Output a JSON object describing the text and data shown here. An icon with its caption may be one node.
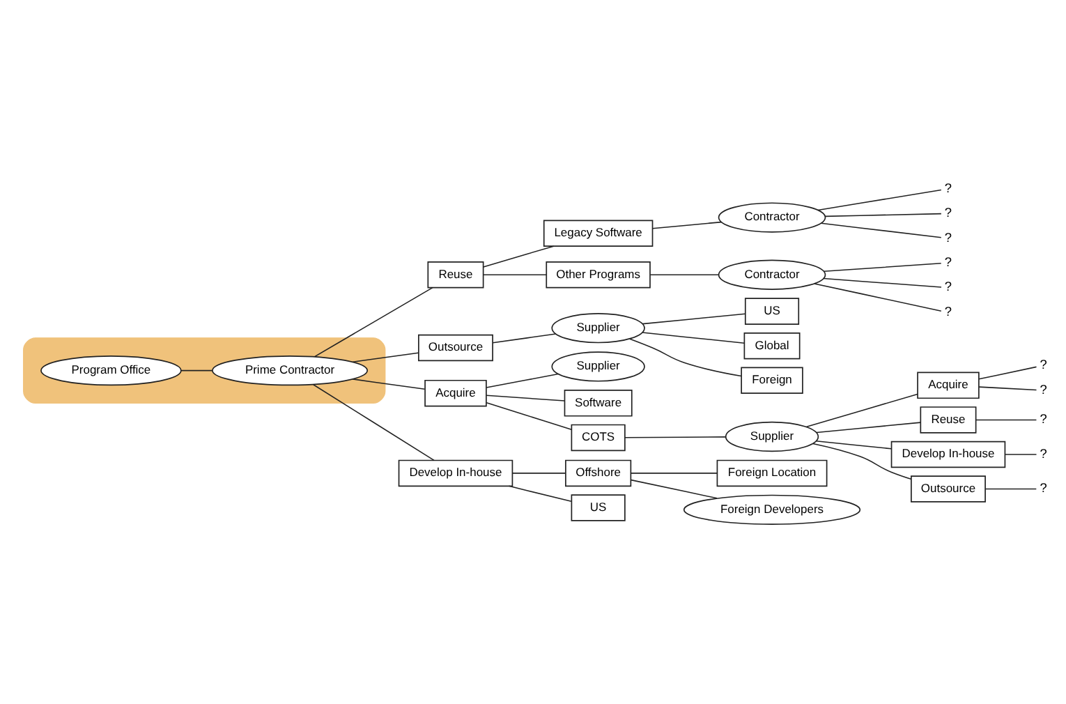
{
  "diagram": {
    "nodes": [
      {
        "text": [],
        "shape": "ellipse"
      },
      {
        "text": [
          "Program Office"
        ],
        "in": 0
      },
      {
        "text": [
          "Prime Contractor"
        ],
        "in": 0
      },
      {
        "text": [
          "Reuse"
        ]
      },
      {
        "text": [
          "Legacy Software"
        ]
      },
      {
        "text": [
          "Contractor"
        ]
      },
      {
        "text": [
          "?"
        ]
      },
      {
        "text": [
          "?"
        ]
      },
      {
        "text": [
          "?"
        ]
      },
      {
        "text": [
          "Other Programs"
        ]
      },
      {
        "text": [
          "Contractor"
        ]
      },
      {
        "text": [
          "?"
        ]
      },
      {
        "text": [
          "?"
        ]
      },
      {
        "text": [
          "?"
        ]
      },
      {
        "text": [
          "Outsource"
        ]
      },
      {
        "text": [
          "Supplier"
        ]
      },
      {
        "text": [
          "US"
        ]
      },
      {
        "text": [
          "Global"
        ]
      },
      {
        "text": [
          "Foreign"
        ]
      },
      {
        "text": [
          "Acquire"
        ]
      },
      {
        "text": [
          "Develop In-house"
        ]
      },
      {
        "text": [
          "Supplier"
        ]
      },
      {
        "text": [
          "Offshore"
        ]
      },
      {
        "text": [
          "Foreign Location"
        ]
      },
      {
        "text": [
          "Software"
        ]
      },
      {
        "text": [
          "COTS"
        ]
      },
      {
        "text": [
          "US"
        ]
      },
      {
        "text": [
          "Foreign Developers"
        ]
      },
      {
        "text": [
          "Supplier"
        ]
      },
      {
        "text": [
          "Acquire"
        ]
      },
      {
        "text": [
          "Reuse"
        ]
      },
      {
        "text": [
          "Develop In-house"
        ]
      },
      {
        "text": [
          "Outsource"
        ]
      },
      {
        "text": [
          "?"
        ]
      },
      {
        "text": [
          "?"
        ]
      },
      {
        "text": [
          "?"
        ]
      },
      {
        "text": [
          "?"
        ]
      },
      {
        "text": [
          "?"
        ]
      }
    ],
    "edges": [
      {
        "from": 1,
        "to": 2,
        "arrow": "none"
      },
      {
        "from": 2,
        "to": 3,
        "arrow": "none"
      },
      {
        "from": 3,
        "to": 4,
        "arrow": "none"
      },
      {
        "from": 3,
        "to": 9,
        "arrow": "none"
      },
      {
        "from": 4,
        "to": 5,
        "arrow": "none"
      },
      {
        "from": 5,
        "to": 6,
        "arrow": "none"
      },
      {
        "from": 5,
        "to": 7,
        "arrow": "none"
      },
      {
        "from": 5,
        "to": 8,
        "arrow": "none"
      },
      {
        "from": 9,
        "to": 10,
        "arrow": "none"
      },
      {
        "from": 10,
        "to": 11,
        "arrow": "none"
      },
      {
        "from": 10,
        "to": 12,
        "arrow": "none"
      },
      {
        "from": 10,
        "to": 13,
        "arrow": "none"
      },
      {
        "from": 2,
        "to": 14,
        "arrow": "none"
      },
      {
        "from": 14,
        "to": 15,
        "arrow": "none"
      },
      {
        "from": 15,
        "to": 16,
        "arrow": "none"
      },
      {
        "from": 15,
        "to": 17,
        "arrow": "none"
      },
      {
        "from": 15,
        "to": 18,
        "arrow": "none"
      },
      {
        "from": 2,
        "to": 19,
        "arrow": "none"
      },
      {
        "from": 2,
        "to": 20,
        "arrow": "none"
      },
      {
        "from": 19,
        "to": 21,
        "arrow": "none"
      },
      {
        "from": 19,
        "to": 25,
        "arrow": "none"
      },
      {
        "from": 19,
        "to": 24,
        "arrow": "none"
      },
      {
        "from": 20,
        "to": 22,
        "arrow": "none"
      },
      {
        "from": 20,
        "to": 26,
        "arrow": "none"
      },
      {
        "from": 22,
        "to": 23,
        "arrow": "none"
      },
      {
        "from": 22,
        "to": 27,
        "arrow": "none"
      },
      {
        "from": 25,
        "to": 28,
        "arrow": "none"
      },
      {
        "from": 28,
        "to": 29,
        "arrow": "none"
      },
      {
        "from": 28,
        "to": 31,
        "arrow": "none"
      },
      {
        "from": 28,
        "to": 32,
        "arrow": "none"
      },
      {
        "from": 28,
        "to": 30,
        "arrow": "none"
      },
      {
        "from": 29,
        "to": 33,
        "arrow": "none"
      },
      {
        "from": 29,
        "to": 34,
        "arrow": "none"
      },
      {
        "from": 31,
        "to": 35,
        "arrow": "none"
      },
      {
        "from": 32,
        "to": 36,
        "arrow": "none"
      },
      {
        "from": 30,
        "to": 37,
        "arrow": "none"
      }
    ]
  }
}
